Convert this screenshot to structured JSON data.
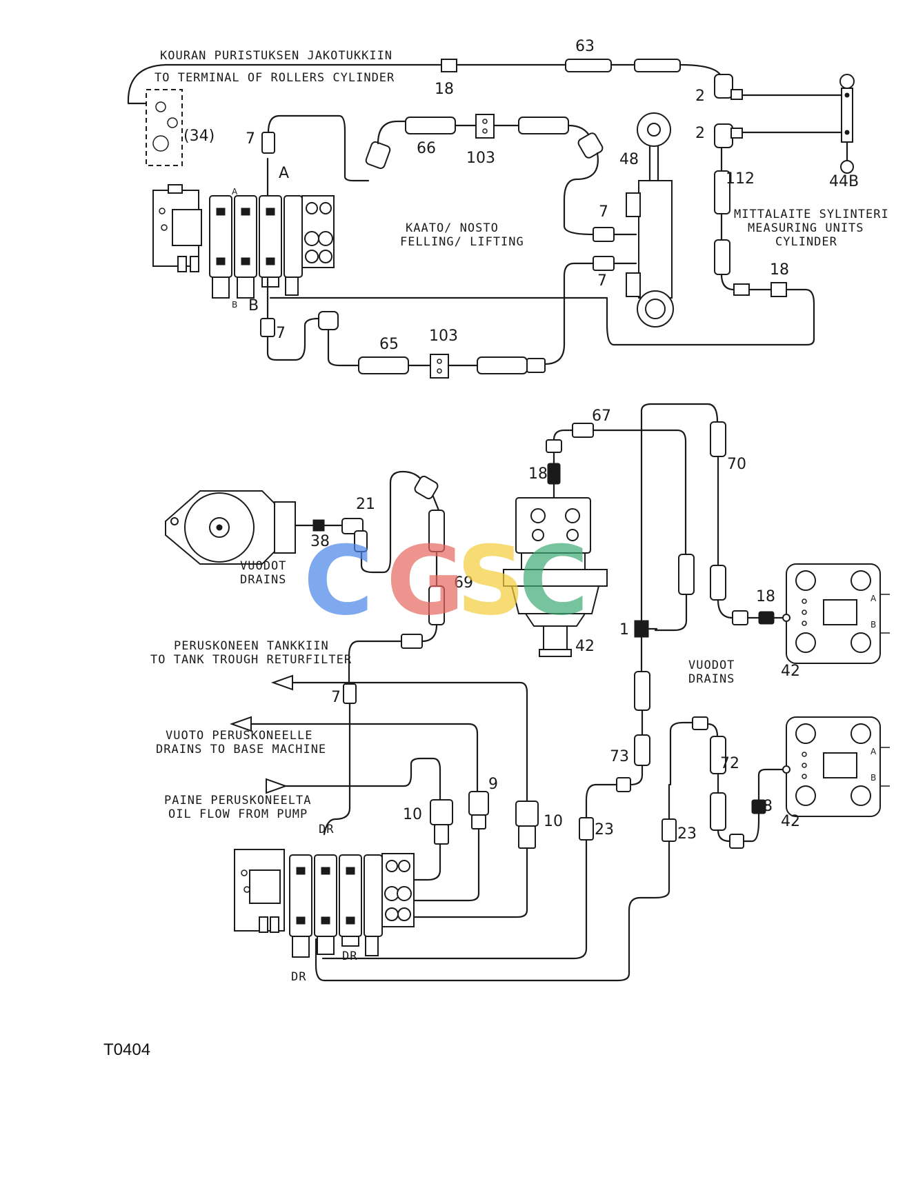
{
  "top_section": {
    "note_grip_manifold": "KOURAN PURISTUKSEN JAKOTUKKIIN",
    "note_rollers_cylinder": "TO TERMINAL OF ROLLERS CYLINDER",
    "felling_fi": "KAATO/ NOSTO",
    "felling_en": "FELLING/ LIFTING",
    "measuring_fi": "MITTALAITE SYLINTERI",
    "measuring_en1": "MEASURING UNITS",
    "measuring_en2": "CYLINDER",
    "port_a": "A",
    "port_b": "B",
    "valve_a_small": "A",
    "valve_b_small": "B"
  },
  "bottom_section": {
    "to_tank_fi": "PERUSKONEEN TANKKIIN",
    "to_tank_en": "TO TANK TROUGH RETURFILTER",
    "drains_base_fi": "VUOTO PERUSKONEELLE",
    "drains_base_en": "DRAINS TO BASE MACHINE",
    "pressure_fi": "PAINE PERUSKONEELTA",
    "pressure_en": "OIL FLOW FROM PUMP",
    "drains_left_fi": "VUODOT",
    "drains_left_en": "DRAINS",
    "drains_right_fi": "VUODOT",
    "drains_right_en": "DRAINS",
    "dr": "DR",
    "motor_port_a": "A",
    "motor_port_b": "B"
  },
  "part_numbers": {
    "p63": "63",
    "p18a": "18",
    "p2a": "2",
    "p2b": "2",
    "p34": "(34)",
    "p7a": "7",
    "p66": "66",
    "p103a": "103",
    "p48": "48",
    "p112": "112",
    "p44b": "44B",
    "p7b": "7",
    "p7c": "7",
    "p18b": "18",
    "p7d": "7",
    "p65": "65",
    "p103b": "103",
    "p67": "67",
    "p18c": "18",
    "p70": "70",
    "p21": "21",
    "p38": "38",
    "p69": "69",
    "p42a": "42",
    "p18d": "18",
    "p42b": "42",
    "p1": "1",
    "p7e": "7",
    "p73": "73",
    "p72": "72",
    "p18e": "18",
    "p42c": "42",
    "p9": "9",
    "p10a": "10",
    "p10b": "10",
    "p23a": "23",
    "p23b": "23"
  },
  "watermark": {
    "c1": "C",
    "g": "G",
    "s": "S",
    "c2": "C",
    "colors": {
      "c1": "#4a86e8",
      "g": "#e8675f",
      "s": "#f4cd3c",
      "c2": "#3dab74"
    }
  },
  "drawing_code": "T0404"
}
